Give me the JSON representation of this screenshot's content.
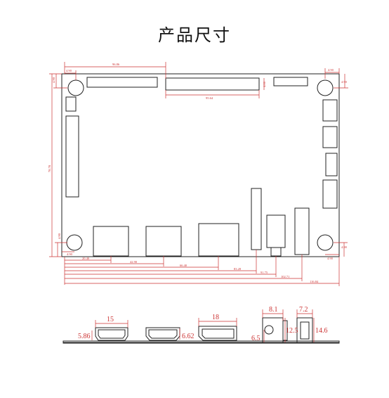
{
  "title": "产品尺寸",
  "top_view": {
    "dims": {
      "top_span": "96.86",
      "left_hole_x": "4.90",
      "left_hole_y": "4.90",
      "connector_span": "95.64",
      "connector_depth": "4.66",
      "right_hole_x": "4.90",
      "right_hole_y": "4.90",
      "height": "78.78",
      "bottom_hole_y": "4.90",
      "bottom_hole_x": "4.90",
      "right_bottom_hole_y": "4.90",
      "right_bottom_hole_x": "4.90",
      "port_1": "20.40",
      "port_2": "42.90",
      "port_3": "66.40",
      "port_4": "83.28",
      "port_5": "91.75",
      "port_6": "102.71",
      "width": "116.84"
    }
  },
  "side_view": {
    "hdmi1": {
      "width": "15",
      "height": "5.86"
    },
    "hdmi2": {
      "height": "6.62"
    },
    "dp": {
      "width": "18"
    },
    "dc_jack": {
      "width": "8.1",
      "offset": "6.5",
      "height": "12.5"
    },
    "usb": {
      "width": "7.2",
      "height": "14.6"
    }
  },
  "colors": {
    "dimension": "#cc3333",
    "outline": "#222222"
  }
}
